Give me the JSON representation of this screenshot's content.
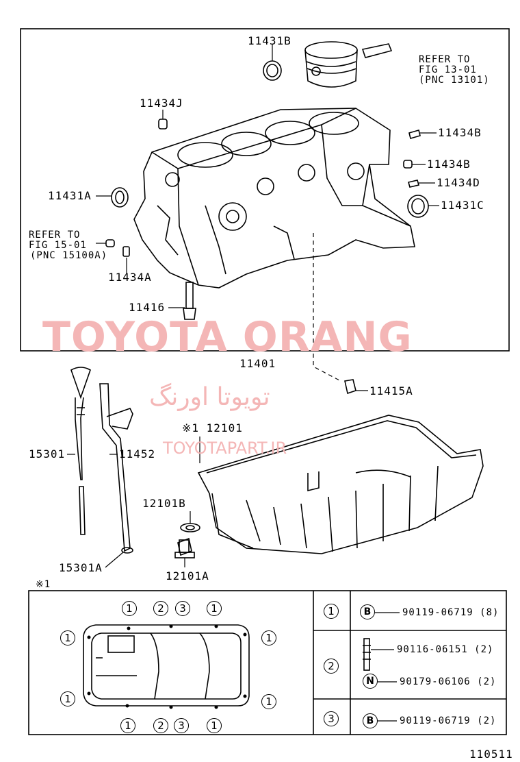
{
  "parts": {
    "p11431B": "11431B",
    "refer_piston_1": "REFER TO",
    "refer_piston_2": "FIG 13-01",
    "refer_piston_3": "(PNC 13101)",
    "p11434J": "11434J",
    "p11434B_a": "11434B",
    "p11434B_b": "11434B",
    "p11434D": "11434D",
    "p11431A": "11431A",
    "p11431C": "11431C",
    "refer_block_1": "REFER TO",
    "refer_block_2": "FIG 15-01",
    "refer_block_3": "(PNC 15100A)",
    "p11434A": "11434A",
    "p11416": "11416",
    "p11401": "11401",
    "p11415A": "11415A",
    "p12101": "※1 12101",
    "p15301": "15301",
    "p11452": "11452",
    "p12101B": "12101B",
    "p15301A": "15301A",
    "p12101A": "12101A"
  },
  "watermark": {
    "brand": "TOYOTA ORANG",
    "persian": "تویوتا اورنگ",
    "url": "TOYOTAPART.IR"
  },
  "legend": {
    "note": "※1",
    "n1": "1",
    "n2": "2",
    "n3": "3",
    "rows": [
      {
        "key": "1",
        "items": [
          {
            "sym": "B",
            "text": "90119-06719 (8)"
          }
        ]
      },
      {
        "key": "2",
        "items": [
          {
            "sym": "",
            "text": "90116-06151 (2)"
          },
          {
            "sym": "N",
            "text": "90179-06106 (2)"
          }
        ]
      },
      {
        "key": "3",
        "items": [
          {
            "sym": "B",
            "text": "90119-06719 (2)"
          }
        ]
      }
    ]
  },
  "figure_code": "110511"
}
